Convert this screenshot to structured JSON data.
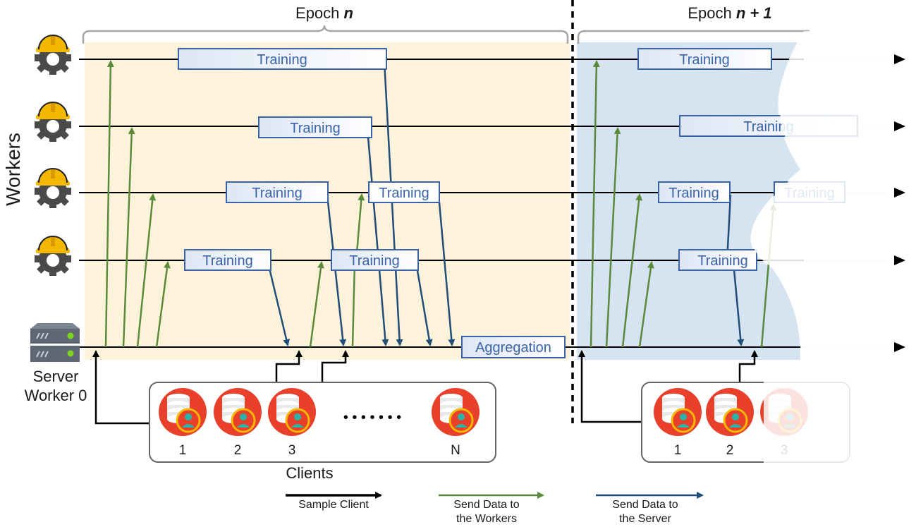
{
  "title_epoch_n": "Epoch ",
  "title_epoch_n_var": "n",
  "title_epoch_n1": "Epoch ",
  "title_epoch_n1_var": "n + 1",
  "y_axis_label": "Workers",
  "server_label_line1": "Server",
  "server_label_line2": "Worker 0",
  "clients_label": "Clients",
  "training_label": "Training",
  "aggregation_label": "Aggregation",
  "clients_epoch_n": [
    "1",
    "2",
    "3",
    "N"
  ],
  "clients_epoch_n1": [
    "1",
    "2",
    "3"
  ],
  "ellipsis": "• • • • • • •",
  "legend": {
    "sample_client": "Sample Client",
    "send_workers_line1": "Send Data to",
    "send_workers_line2": "the Workers",
    "send_server_line1": "Send Data to",
    "send_server_line2": "the Server"
  },
  "colors": {
    "epoch_n_bg": "#fdf3da",
    "epoch_n1_bg": "#d6e3f1",
    "green_arrow": "#5b8a3a",
    "blue_arrow": "#1f4e79",
    "box_border": "#3a63a8",
    "client_red": "#e8402a",
    "helmet_yellow": "#f5b800"
  },
  "icons": {
    "worker": "worker-helmet-gear-icon",
    "server": "server-rack-icon",
    "client": "database-user-icon"
  }
}
